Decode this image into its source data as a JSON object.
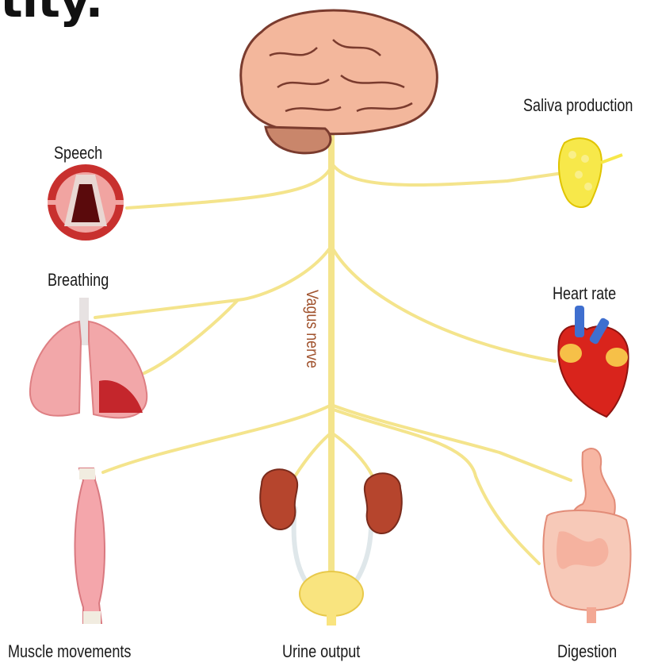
{
  "heading": {
    "text": "tity."
  },
  "nerve": {
    "label": "Vagus nerve",
    "color": "#f4e48c"
  },
  "organs": [
    {
      "label": "Saliva production",
      "icon": "salivary-gland-icon"
    },
    {
      "label": "Speech",
      "icon": "larynx-icon"
    },
    {
      "label": "Breathing",
      "icon": "lungs-icon"
    },
    {
      "label": "Heart rate",
      "icon": "heart-icon"
    },
    {
      "label": "Muscle movements",
      "icon": "muscle-icon"
    },
    {
      "label": "Urine output",
      "icon": "kidneys-bladder-icon"
    },
    {
      "label": "Digestion",
      "icon": "digestive-tract-icon"
    }
  ],
  "colors": {
    "brain": "#f3b79c",
    "cerebellum": "#c9866b",
    "larynx": "#c8302e",
    "lungs": "#f2a7a9",
    "heart": "#d9241c",
    "kidney": "#b6452d",
    "digestive": "#f7b6a3",
    "gland": "#f7e84a"
  }
}
